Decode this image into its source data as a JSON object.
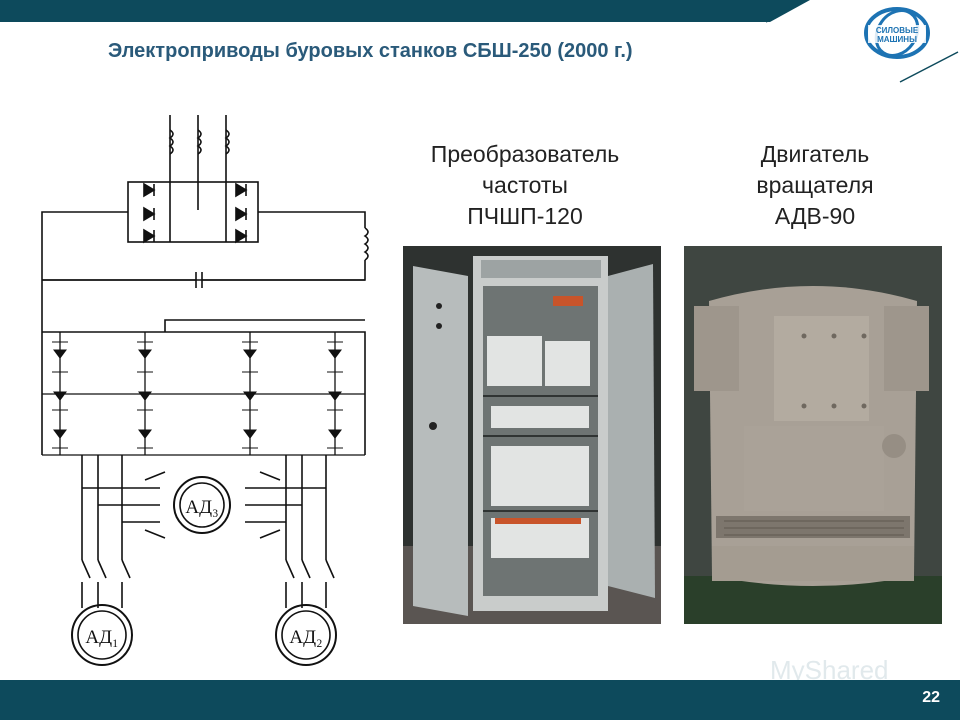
{
  "slide": {
    "title": "Электроприводы буровых станков СБШ-250 (2000 г.)",
    "page_number": "22",
    "accent_color": "#0d4a5c",
    "title_color": "#2a5a7a"
  },
  "logo": {
    "text_line1": "СИЛОВЫЕ",
    "text_line2": "МАШИНЫ"
  },
  "captions": {
    "converter": {
      "line1": "Преобразователь",
      "line2": "частоты",
      "line3": "ПЧШП-120"
    },
    "motor": {
      "line1": "Двигатель",
      "line2": "вращателя",
      "line3": "АДВ-90"
    }
  },
  "schematic": {
    "motor1": "АД₁",
    "motor2": "АД₂",
    "motor3": "АД₃"
  },
  "watermark": "MyShared"
}
